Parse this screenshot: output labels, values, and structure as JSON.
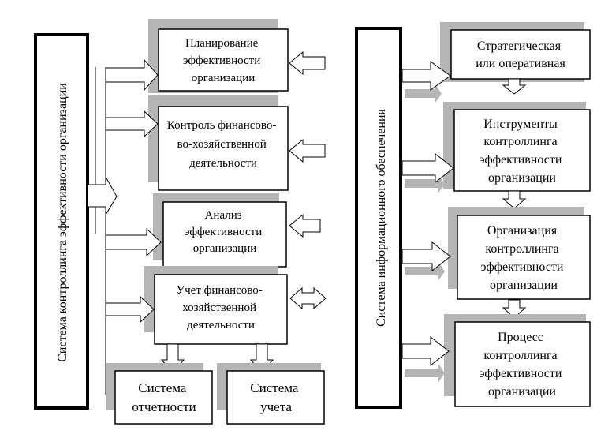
{
  "left_system": {
    "title": "Система  контроллинга эффективности организации",
    "boxes": [
      {
        "lines": [
          "Планирование",
          "эффективности",
          "организации"
        ]
      },
      {
        "lines": [
          "Контроль финансово-",
          "во-хозяйственной",
          "деятельности"
        ]
      },
      {
        "lines": [
          "Анализ",
          "эффективности",
          "организации"
        ]
      },
      {
        "lines": [
          "Учет финансово-",
          "хозяйственной",
          "деятельности"
        ]
      }
    ],
    "bottom_boxes": [
      {
        "lines": [
          "Система",
          "отчетности"
        ]
      },
      {
        "lines": [
          "Система",
          "учета"
        ]
      }
    ]
  },
  "right_system": {
    "title": "Система информационного обеспечения",
    "boxes": [
      {
        "lines": [
          "Стратегическая",
          "или оперативная"
        ]
      },
      {
        "lines": [
          "Инструменты",
          "контроллинга",
          "эффективности",
          "организации"
        ]
      },
      {
        "lines": [
          "Организация",
          "контроллинга",
          "эффективности",
          "организации"
        ]
      },
      {
        "lines": [
          "Процесс",
          "контроллинга",
          "эффективности",
          "организации"
        ]
      }
    ]
  },
  "colors": {
    "shadow": "#b5b5b5",
    "stroke": "#000000",
    "fill": "#ffffff"
  }
}
